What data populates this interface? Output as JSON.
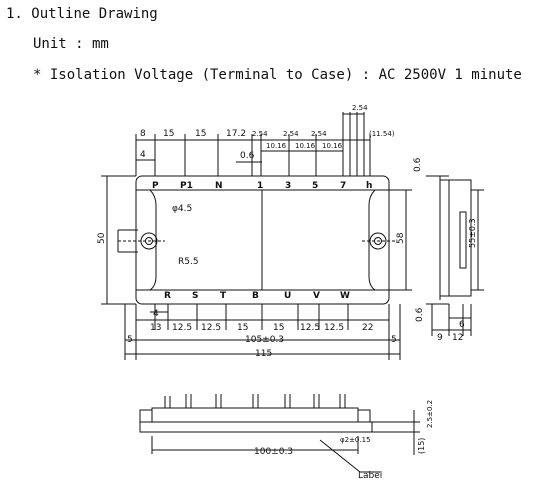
{
  "heading": {
    "number": "1.",
    "title": "Outline Drawing"
  },
  "unit_line": "Unit : mm",
  "isolation_line": "* Isolation Voltage  (Terminal to Case) : AC 2500V   1 minute",
  "top_view": {
    "top_dims": [
      "8",
      "15",
      "15",
      "17.2",
      "2.54",
      "2.54",
      "2.54",
      "(11.54)"
    ],
    "sub_dims": [
      "10.16",
      "10.16",
      "10.16"
    ],
    "dim_2_54_top": "2.54",
    "dim_4": "4",
    "dim_0_6": "0.6",
    "top_pins": [
      "P",
      "P1",
      "N",
      "1",
      "3",
      "5",
      "7",
      "h"
    ],
    "bottom_pins": [
      "R",
      "S",
      "T",
      "B",
      "U",
      "V",
      "W"
    ],
    "hole_label": "φ4.5",
    "radius_label": "R5.5",
    "height_left": "50",
    "height_right": "58",
    "bottom_dims": [
      "13",
      "12.5",
      "12.5",
      "15",
      "15",
      "12.5",
      "12.5",
      "22"
    ],
    "dim_4_bottom": "4",
    "dim_105": "105±0.3",
    "dim_5_left": "5",
    "dim_5_right": "5",
    "dim_115": "115",
    "dim_0_6_bottom": "0.6"
  },
  "side_view": {
    "dim_0_6": "0.6",
    "dim_55": "55±0.3",
    "dim_9": "9",
    "dim_12": "12",
    "dim_6": "6"
  },
  "front_view": {
    "dim_100": "100±0.3",
    "dim_phi": "φ2±0.15",
    "dim_2_5": "2.5±0.2",
    "dim_15": "(15)",
    "label_text": "Label"
  }
}
